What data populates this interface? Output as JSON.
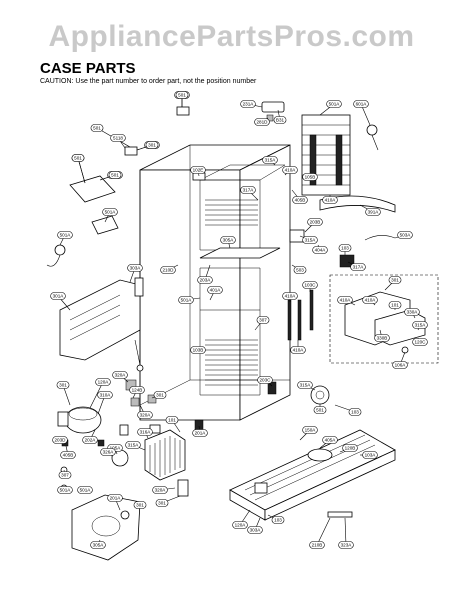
{
  "watermark": "AppliancePartsPros.com",
  "title": "CASE PARTS",
  "caution": "CAUTION: Use the part number to order part, not the position number",
  "position_labels": [
    "103B",
    "103B",
    "501F",
    "503",
    "501A",
    "501A",
    "301A",
    "303A",
    "102E",
    "203A",
    "501",
    "5118",
    "231A",
    "281D",
    "B31",
    "501A",
    "601A",
    "405B",
    "410A",
    "391A",
    "503A",
    "315A",
    "404A",
    "503",
    "103",
    "317A",
    "320A",
    "124B",
    "301",
    "101",
    "103C",
    "410A",
    "410A",
    "410A",
    "410A",
    "101",
    "330A",
    "315A",
    "203C",
    "315A",
    "501",
    "201A",
    "301",
    "120A",
    "310A",
    "203D",
    "405B",
    "202A",
    "105A",
    "316A",
    "315A",
    "326A",
    "307",
    "501A",
    "501A",
    "201A",
    "320A",
    "301",
    "305A",
    "301",
    "150A",
    "405A",
    "120B",
    "103A",
    "120A",
    "303A",
    "103",
    "210B",
    "323A",
    "410A",
    "315A",
    "105B",
    "203B",
    "301",
    "106A",
    "120C",
    "330B",
    "320A",
    "103",
    "317A",
    "305A",
    "401A",
    "307",
    "501A",
    "210D",
    "103B",
    "501",
    "301",
    "501",
    "501"
  ]
}
